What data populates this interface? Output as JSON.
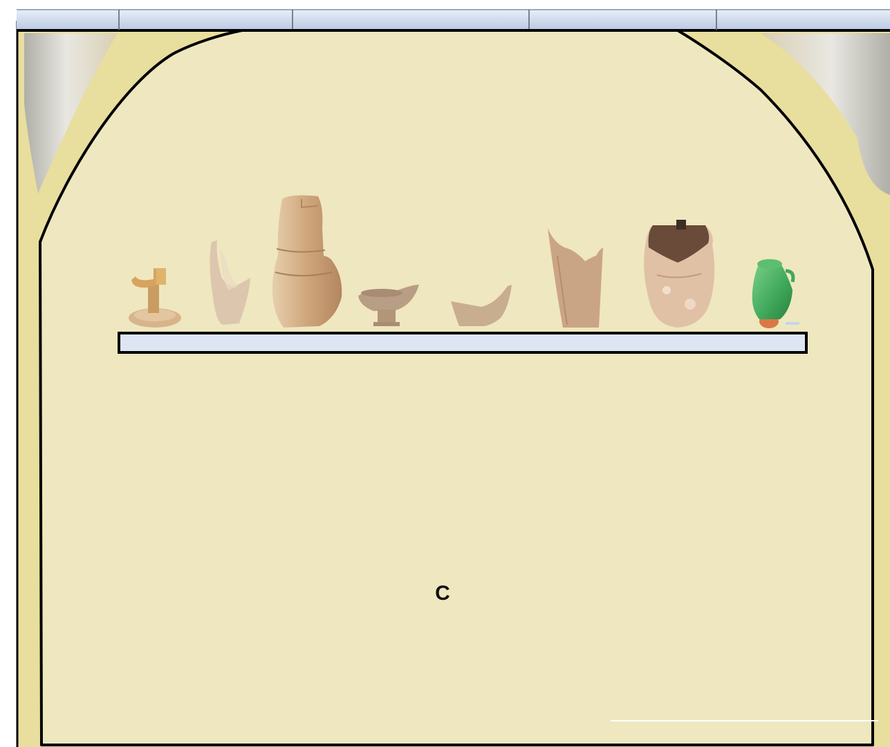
{
  "figure": {
    "panel_label": "C"
  },
  "colors": {
    "niche_fill": "#efe7bf",
    "wall_fill": "#e8de9e",
    "outline": "#000000",
    "shelf_fill": "#dde6f2",
    "lintel_fill": "#cfdcef",
    "stone": "#d9cfb9",
    "stone_shade": "#b9b6b0"
  },
  "artifacts": [
    {
      "id": "lamp-stand",
      "kind": "pottery-lamp",
      "color": "#d7b48b"
    },
    {
      "id": "sherd-tall",
      "kind": "pottery-sherd",
      "color": "#d9c4ad"
    },
    {
      "id": "jar-large",
      "kind": "pottery-jar",
      "color": "#c9a47d"
    },
    {
      "id": "bowl-footed",
      "kind": "pottery-bowl",
      "color": "#b99e84"
    },
    {
      "id": "bowl-broken",
      "kind": "pottery-sherd",
      "color": "#c4a98b"
    },
    {
      "id": "beaker",
      "kind": "pottery-beaker",
      "color": "#c8a281"
    },
    {
      "id": "pot-corroded",
      "kind": "pottery-pot",
      "color": "#d9b79c"
    },
    {
      "id": "jug-green",
      "kind": "glazed-jug",
      "color": "#3fa85a"
    }
  ]
}
